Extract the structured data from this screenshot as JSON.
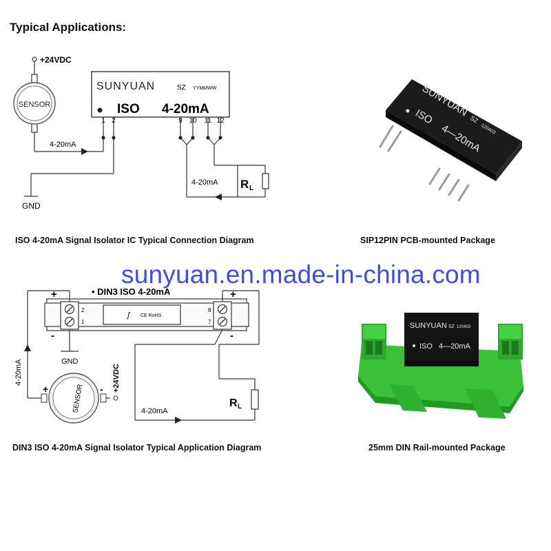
{
  "heading": "Typical Applications:",
  "watermark": "sunyuan.en.made-in-china.com",
  "diagram1": {
    "supply": "+24VDC",
    "sensor": "SENSOR",
    "brand": "SUNYUAN",
    "brand_sz": "SZ",
    "date_code": "YYMMWW",
    "model_iso": "ISO",
    "model_range": "4-20mA",
    "pins": [
      "1",
      "2",
      "9",
      "10",
      "11",
      "12"
    ],
    "signal_in": "4-20mA",
    "signal_out": "4-20mA",
    "load_r": "R",
    "load_sub": "L",
    "gnd": "GND",
    "caption": "ISO 4-20mA Signal Isolator IC Typical Connection Diagram"
  },
  "package1": {
    "brand": "SUNYUAN",
    "sz": "SZ",
    "code": "120403",
    "iso": "ISO",
    "range": "4—20mA",
    "caption": "SIP12PIN PCB-mounted Package"
  },
  "diagram2": {
    "title": "• DIN3 ISO 4-20mA",
    "plus": "+",
    "minus": "-",
    "pins_left": [
      "2",
      "1"
    ],
    "pins_right": [
      "8",
      "7"
    ],
    "ce": "CE RoHS",
    "gnd": "GND",
    "supply": "+24VDC",
    "sensor": "SENSOR",
    "signal_left": "4-20mA",
    "signal_bottom": "4-20mA",
    "load_r": "R",
    "load_sub": "L",
    "caption": "DIN3 ISO 4-20mA Signal Isolator Typical Application Diagram"
  },
  "package2": {
    "brand": "SUNYUAN",
    "sz": "SZ",
    "code": "120403",
    "iso": "ISO",
    "range": "4—20mA",
    "caption": "25mm DIN Rail-mounted Package",
    "colors": {
      "rail": "#3cc83c",
      "rail_dark": "#239a23",
      "module": "#141414"
    }
  }
}
